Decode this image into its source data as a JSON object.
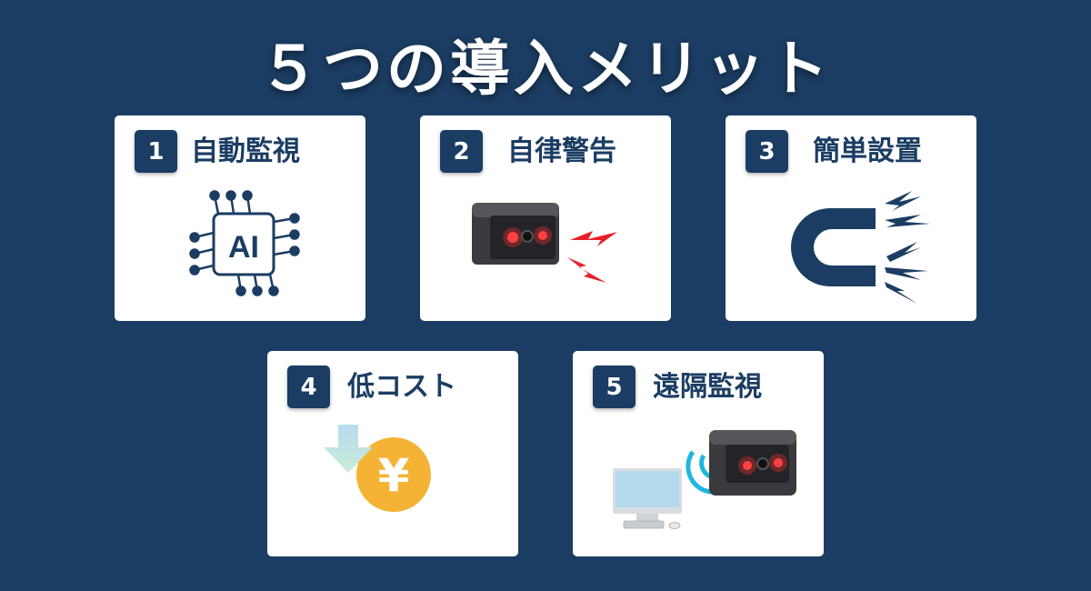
{
  "title": "５つの導入メリット",
  "colors": {
    "background": "#1b3d63",
    "card": "#ffffff",
    "accent_red": "#e8202a",
    "signal": "#1fb6e0",
    "coin": "#f5b335"
  },
  "cards": [
    {
      "number": "1",
      "label": "自動監視",
      "icon": "ai-chip-icon",
      "chip_text": "AI"
    },
    {
      "number": "2",
      "label": "自律警告",
      "icon": "sensor-camera-alert-icon"
    },
    {
      "number": "3",
      "label": "簡単設置",
      "icon": "magnet-icon"
    },
    {
      "number": "4",
      "label": "低コスト",
      "icon": "yen-down-icon",
      "coin_text": "¥"
    },
    {
      "number": "5",
      "label": "遠隔監視",
      "icon": "remote-monitor-icon"
    }
  ]
}
